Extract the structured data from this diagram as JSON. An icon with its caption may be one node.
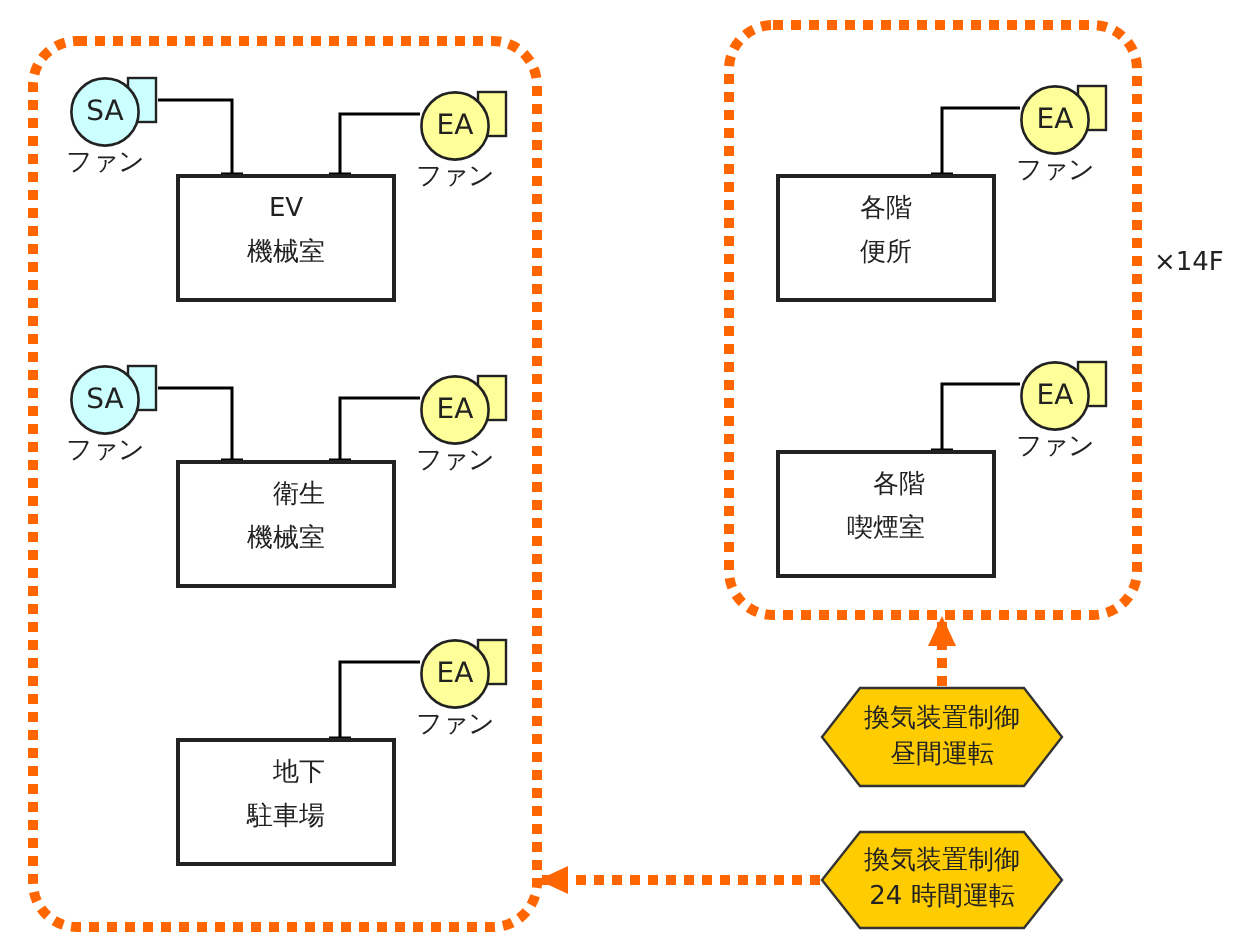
{
  "diagram": {
    "nodes": [
      {
        "text": [],
        "shape": "box"
      },
      {
        "text": [
          "SA"
        ],
        "beside": [
          "ファン"
        ],
        "in": 0
      },
      {
        "text": [
          "EA"
        ],
        "beside": [
          "ファン"
        ],
        "in": 0
      },
      {
        "text": [
          "EV 機械室"
        ],
        "in": 0
      },
      {
        "text": [
          "SA"
        ],
        "beside": [
          "ファン"
        ],
        "in": 0
      },
      {
        "text": [
          "EA"
        ],
        "beside": [
          "ファン"
        ],
        "in": 0
      },
      {
        "text": [
          "衛生機械室"
        ],
        "in": 0
      },
      {
        "text": [
          "EA"
        ],
        "beside": [
          "ファン"
        ],
        "in": 0
      },
      {
        "text": [
          "地下駐車場"
        ],
        "in": 0
      },
      {
        "text": [],
        "shape": "box",
        "beside": [
          "×14F"
        ]
      },
      {
        "text": [
          "EA"
        ],
        "beside": [
          "ファン"
        ],
        "in": 9
      },
      {
        "text": [
          "各階便所"
        ],
        "in": 9
      },
      {
        "text": [
          "EA"
        ],
        "beside": [
          "ファン"
        ],
        "in": 9
      },
      {
        "text": [
          "各階喫煙室"
        ],
        "in": 9
      },
      {
        "text": [
          "換気装置制御昼間運転"
        ]
      },
      {
        "text": [
          "換気装置制御24 時間運転"
        ]
      }
    ],
    "edges": [
      {
        "from": 1,
        "to": 3,
        "arrow": "other"
      },
      {
        "from": 2,
        "to": 3,
        "arrow": "other"
      },
      {
        "from": 4,
        "to": 6,
        "arrow": "other"
      },
      {
        "from": 5,
        "to": 6,
        "arrow": "other"
      },
      {
        "from": 7,
        "to": 8,
        "arrow": "other"
      },
      {
        "from": 10,
        "to": 11,
        "arrow": "other"
      },
      {
        "from": 12,
        "to": 13,
        "arrow": "other"
      },
      {
        "from": 14,
        "to": 9,
        "arrow": "to",
        "style": "dashed",
        "color": "#ff6600"
      },
      {
        "from": 15,
        "to": 0,
        "arrow": "to",
        "style": "dashed",
        "color": "#ff6600"
      }
    ]
  }
}
